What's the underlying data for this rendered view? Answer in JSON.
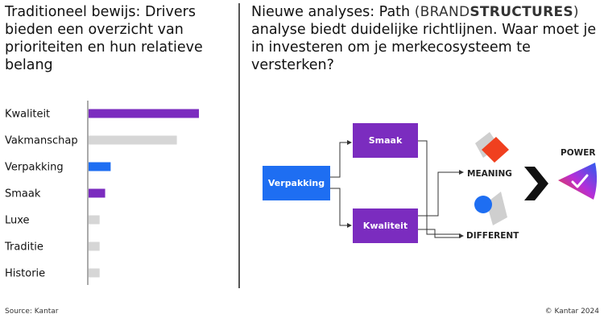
{
  "left_title": "Traditioneel bewijs: Drivers bieden een overzicht van prioriteiten en hun relatieve belang",
  "right_title_prefix": "Nieuwe analyses: Path",
  "brand_light": "(BRAND",
  "brand_bold": "STRUCTURES",
  "brand_close": ")",
  "right_title_rest": "analyse biedt duidelijke richtlijnen. Waar moet je in investeren om je merkecosysteem te versterken?",
  "chart_data": {
    "type": "bar",
    "orientation": "horizontal",
    "categories": [
      "Kwaliteit",
      "Vakmanschap",
      "Verpakking",
      "Smaak",
      "Luxe",
      "Traditie",
      "Historie"
    ],
    "values": [
      100,
      80,
      20,
      15,
      10,
      10,
      10
    ],
    "colors": [
      "#7b2cbf",
      "#d6d6d6",
      "#1e6ef2",
      "#7b2cbf",
      "#d6d6d6",
      "#d6d6d6",
      "#d6d6d6"
    ],
    "xlim": [
      0,
      100
    ],
    "grid": false
  },
  "flow": {
    "nodes": {
      "verpakking": "Verpakking",
      "smaak": "Smaak",
      "kwaliteit": "Kwaliteit"
    },
    "outcomes": {
      "meaning": "MEANING",
      "different": "DIFFERENT",
      "power": "POWER"
    },
    "colors": {
      "blue": "#1e6ef2",
      "purple": "#7b2cbf",
      "red": "#f0401f",
      "grey": "#cfcfcf"
    }
  },
  "footer": {
    "source": "Source: Kantar",
    "copyright": "© Kantar 2024"
  }
}
